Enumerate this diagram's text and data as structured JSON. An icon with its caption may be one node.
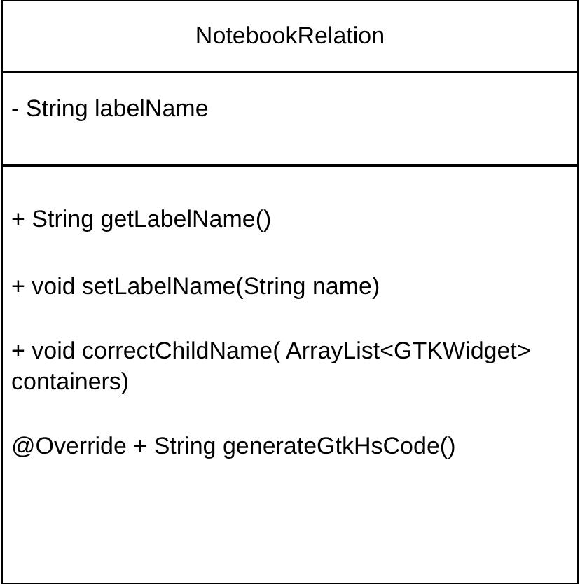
{
  "diagram": {
    "nodes": [
      {
        "text": [
          "NotebookRelation"
        ]
      },
      {
        "text": [
          "- String labelName"
        ],
        "in": 0
      },
      {
        "text": [
          "+ String getLabelName()",
          "+ void setLabelName(String name)",
          "+ void correctChildName( ArrayList<GTKWidget> containers)",
          "@Override + String generateGtkHsCode()"
        ],
        "in": 0
      }
    ]
  }
}
